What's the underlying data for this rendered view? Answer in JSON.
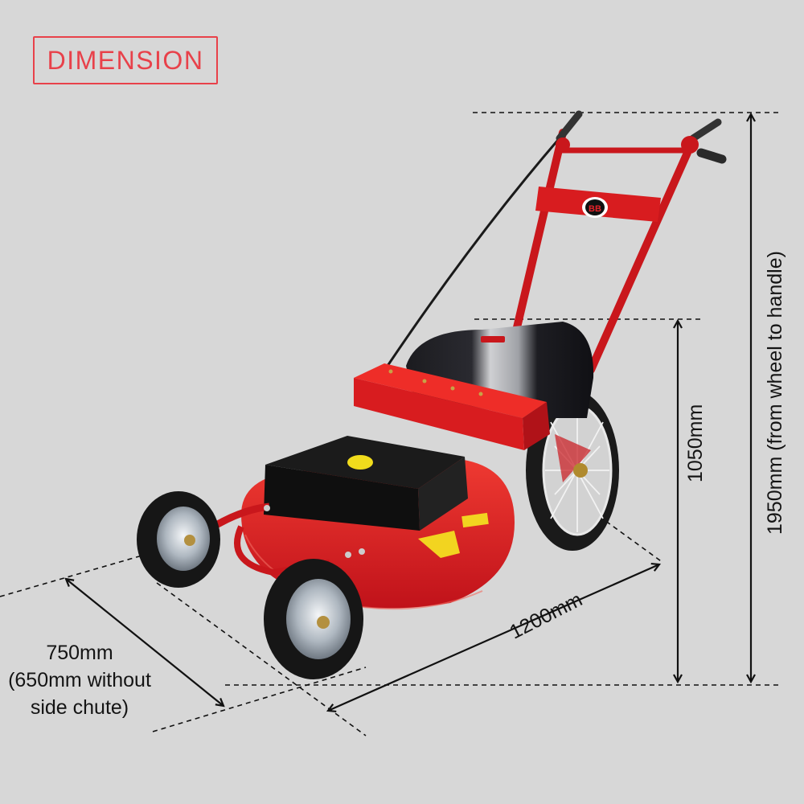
{
  "title": "DIMENSION",
  "colors": {
    "background": "#d7d7d7",
    "accent": "#e8414a",
    "mower_red": "#d91e1e",
    "text": "#141414"
  },
  "dimensions": {
    "width": {
      "value": "750mm",
      "note_line1": "(650mm without",
      "note_line2": "side chute)"
    },
    "length": {
      "value": "1200mm"
    },
    "body_height": {
      "value": "1050mm"
    },
    "total_height": {
      "value": "1950mm (from wheel to handle)"
    }
  },
  "product": {
    "name": "lawn-mower",
    "logo_text": "BB"
  }
}
